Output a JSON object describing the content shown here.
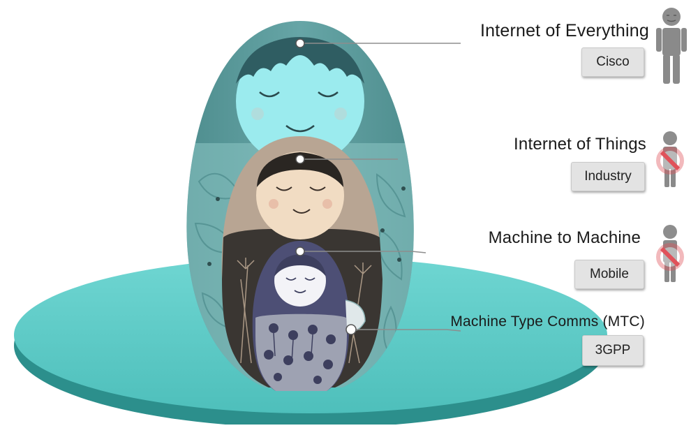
{
  "layers": [
    {
      "title": "Internet of Everything",
      "source": "Cisco",
      "icon": "person-icon",
      "blocked": false
    },
    {
      "title": "Internet of Things",
      "source": "Industry",
      "icon": "person-blocked-icon",
      "blocked": true
    },
    {
      "title": "Machine to Machine",
      "source": "Mobile",
      "icon": "person-blocked-icon",
      "blocked": true
    },
    {
      "title": "Machine Type Comms (MTC)",
      "source": "3GPP",
      "icon": "",
      "blocked": false
    }
  ],
  "colors": {
    "platform": "#5ccac6",
    "outer_doll": "#5f9fa0",
    "outer_face": "#9bebee",
    "middle_doll": "#b8a593",
    "inner_doll": "#4d4f75",
    "badge": "#e3e3e3",
    "prohibit": "#e0525a"
  }
}
